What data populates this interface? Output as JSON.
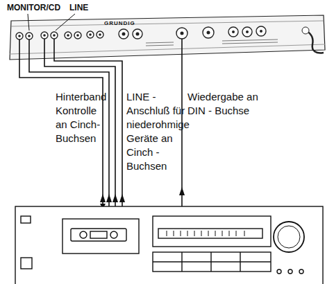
{
  "diagram": {
    "labels": [
      "MONITOR/CD",
      "LINE",
      "GRUNDIG",
      "Hinterband Kontrolle an Cinch-Buchsen",
      "LINE - Anschluß für niederohmige Geräte an Cinch - Buchsen",
      "Wiedergabe an DIN - Buchse"
    ]
  }
}
